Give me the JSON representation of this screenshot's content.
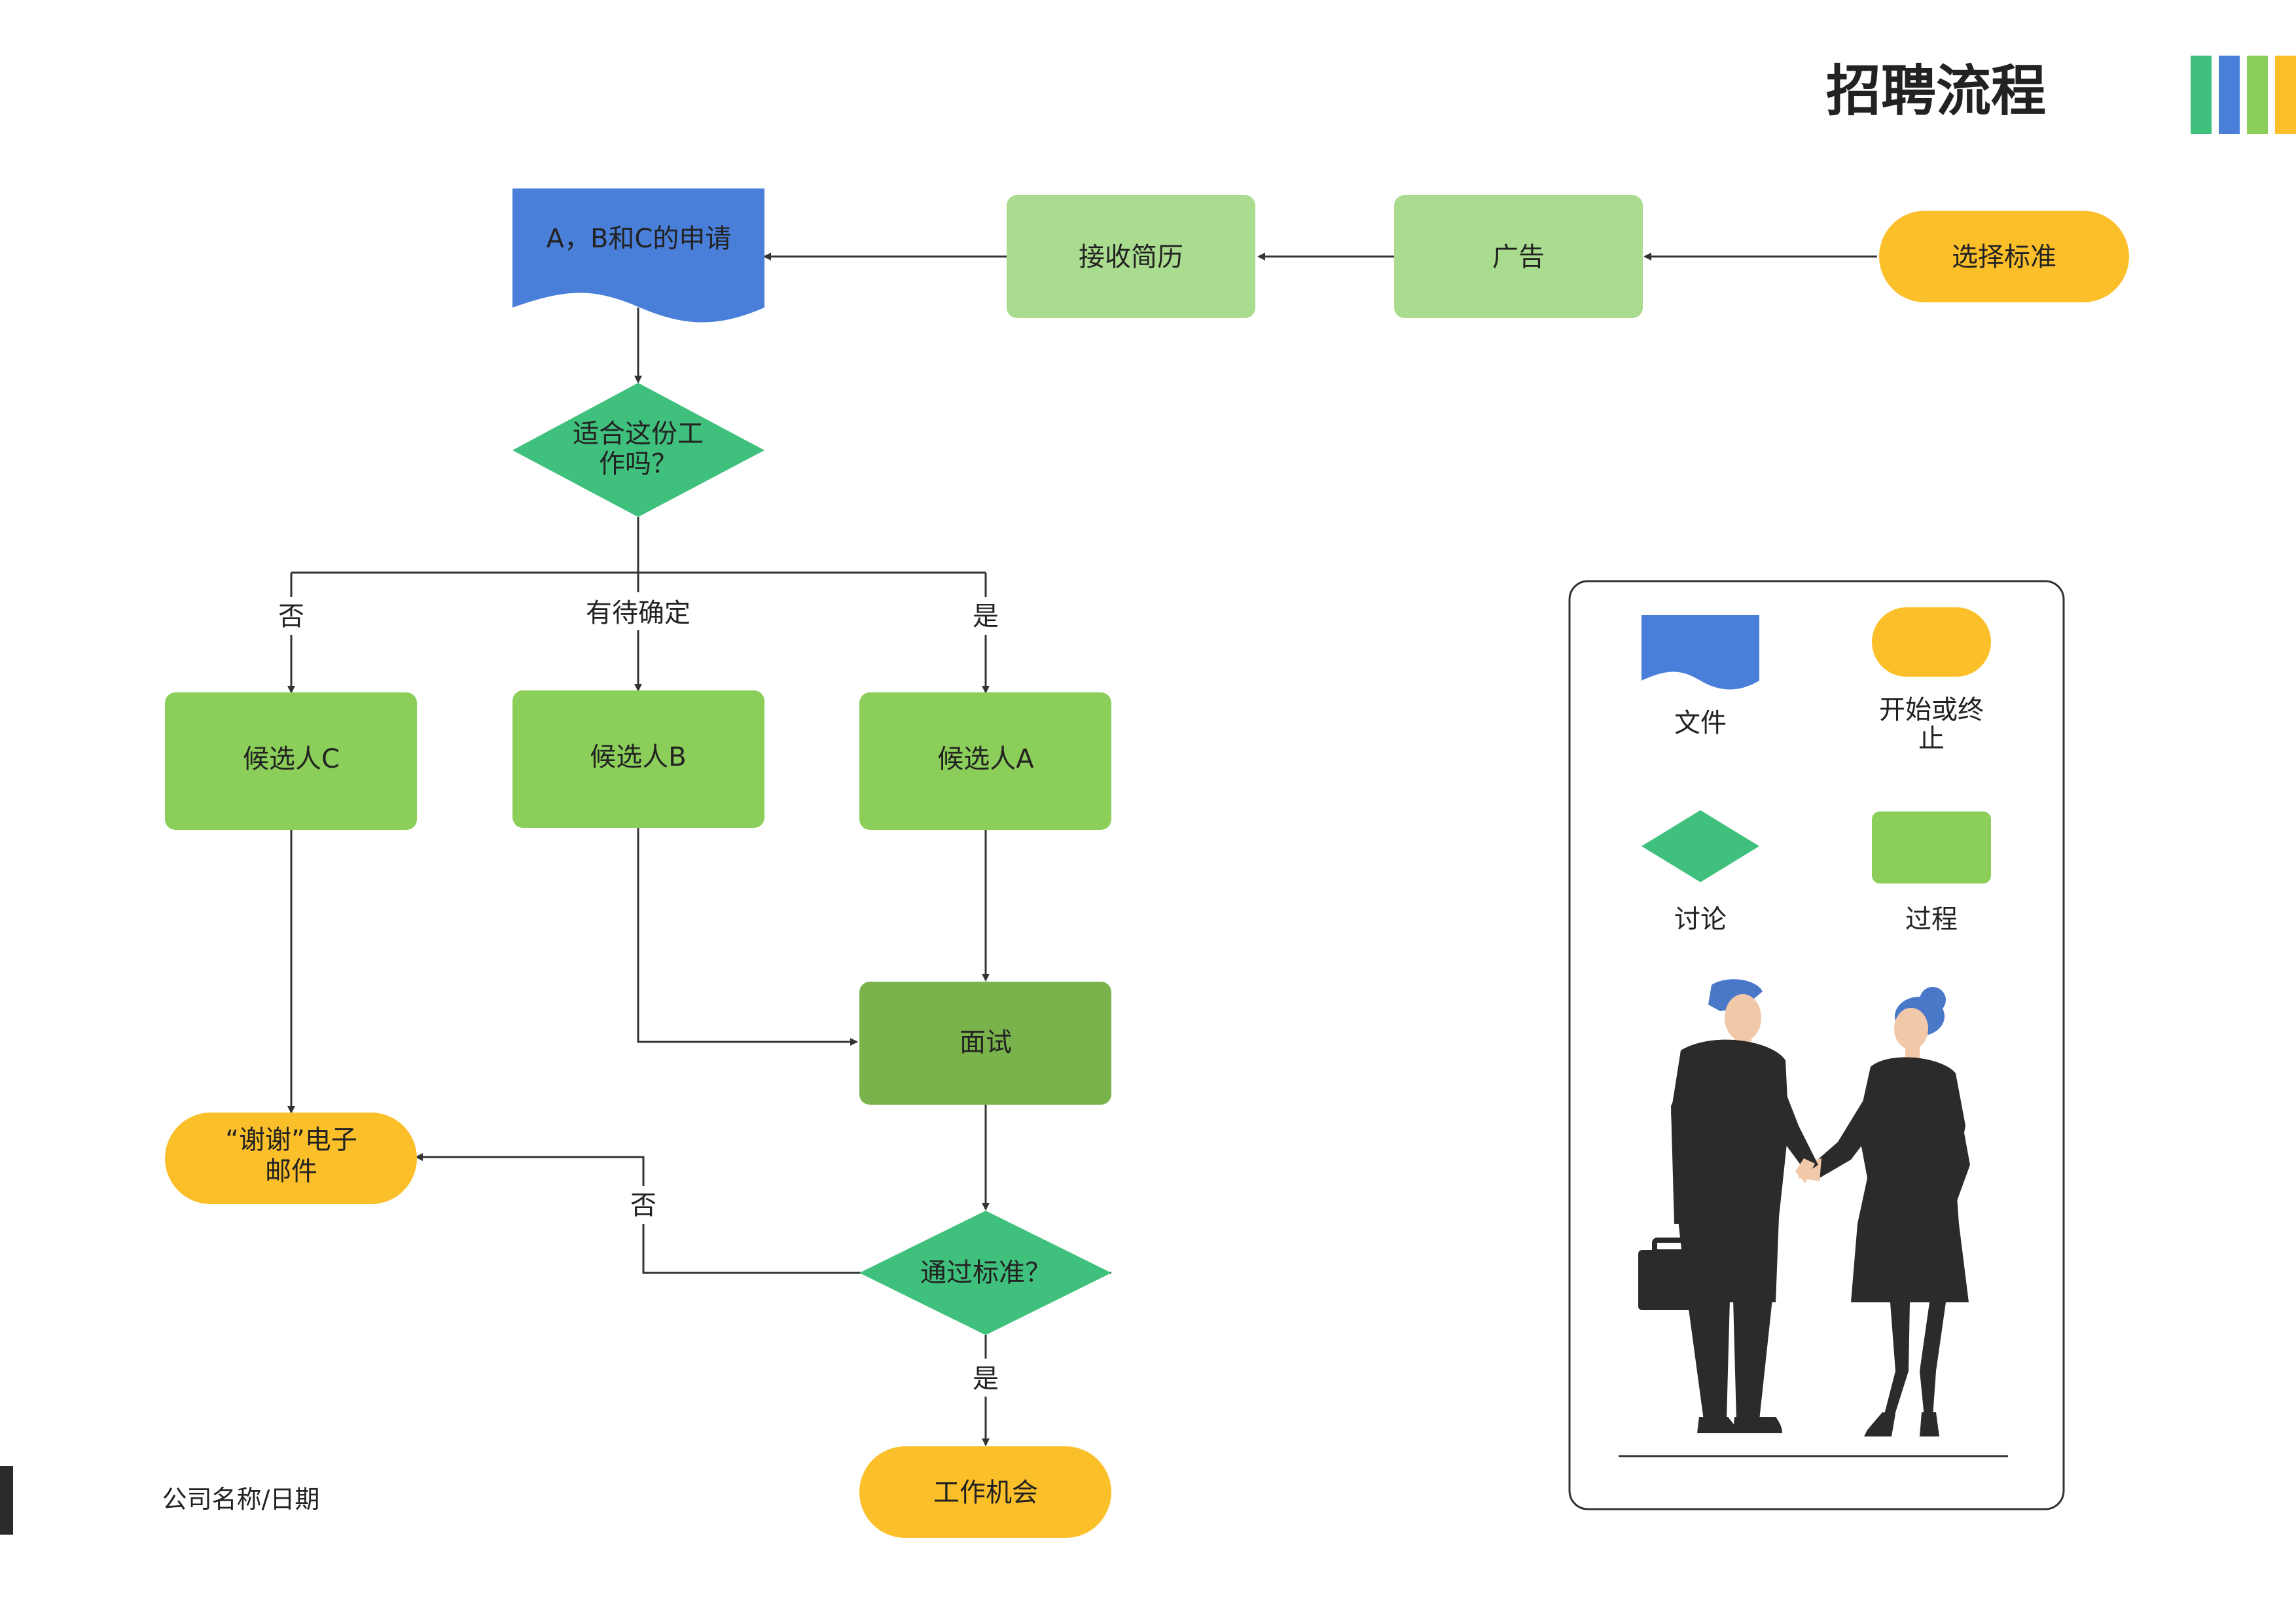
{
  "title": "招聘流程",
  "colors": {
    "start_end": "#FBBF2A",
    "document": "#4A7FD9",
    "decision": "#3FC07C",
    "process_light": "#A9DC8E",
    "process": "#8BCF5A",
    "process_dark": "#7AB34B",
    "line": "#333333",
    "stripe_1": "#3FC07C",
    "stripe_2": "#4A7FD9",
    "stripe_3": "#8BCF5A",
    "stripe_4": "#FBBF2A"
  },
  "nodes": {
    "select_criteria": "选择标准",
    "advertise": "广告",
    "receive_resumes": "接收简历",
    "applications": "A，B和C的申请",
    "suitable_q1": "适合这份工",
    "suitable_q2": "作吗？",
    "candidate_a": "候选人A",
    "candidate_b": "候选人B",
    "candidate_c": "候选人C",
    "interview": "面试",
    "pass_criteria": "通过标准？",
    "thanks_mail_1": "“谢谢”电子",
    "thanks_mail_2": "邮件",
    "job_offer": "工作机会"
  },
  "edge_labels": {
    "yes_a": "是",
    "pending_b": "有待确定",
    "no_c": "否",
    "no_pass": "否",
    "yes_pass": "是"
  },
  "legend": {
    "start_end_1": "开始或终",
    "start_end_2": "止",
    "document": "文件",
    "process": "过程",
    "decision": "讨论"
  },
  "illustration": "handshake-people",
  "footer": "公司名称/日期"
}
